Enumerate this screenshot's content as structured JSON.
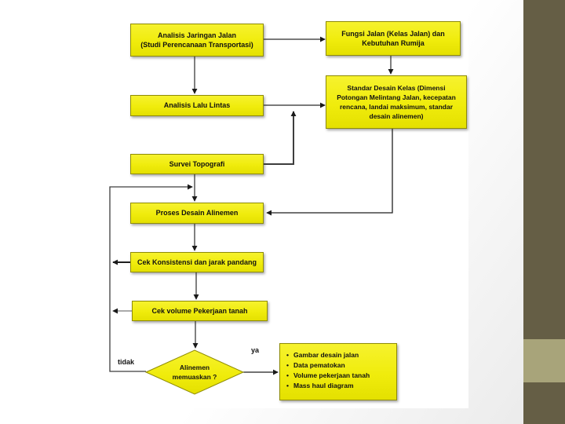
{
  "slide": {
    "colors": {
      "node_fill": "#f0ec0c",
      "node_border": "#8f8c05",
      "sidebar_dark": "#655e45",
      "sidebar_accent": "#a8a47a",
      "outer_gray": "#ececec"
    },
    "flowchart": {
      "nodes": {
        "analisis_jaringan": {
          "label": "Analisis Jaringan Jalan\n(Studi Perencanaan Transportasi)"
        },
        "fungsi_jalan": {
          "label": "Fungsi Jalan (Kelas Jalan) dan\nKebutuhan Rumija"
        },
        "standar_desain": {
          "label": "Standar Desain Kelas (Dimensi\nPotongan Melintang Jalan, kecepatan\nrencana, landai maksimum, standar\ndesain alinemen)"
        },
        "analisis_lalu_lintas": {
          "label": "Analisis Lalu Lintas"
        },
        "survei_topografi": {
          "label": "Survei Topografi"
        },
        "proses_desain": {
          "label": "Proses Desain Alinemen"
        },
        "cek_konsistensi": {
          "label": "Cek Konsistensi dan jarak pandang"
        },
        "cek_volume": {
          "label": "Cek volume Pekerjaan tanah"
        },
        "keputusan": {
          "label": "Alinemen\nmemuaskan ?"
        }
      },
      "edge_labels": {
        "no": "tidak",
        "yes": "ya"
      },
      "output": {
        "items": [
          "Gambar desain jalan",
          "Data pematokan",
          "Volume pekerjaan tanah",
          "Mass haul diagram"
        ]
      }
    }
  }
}
